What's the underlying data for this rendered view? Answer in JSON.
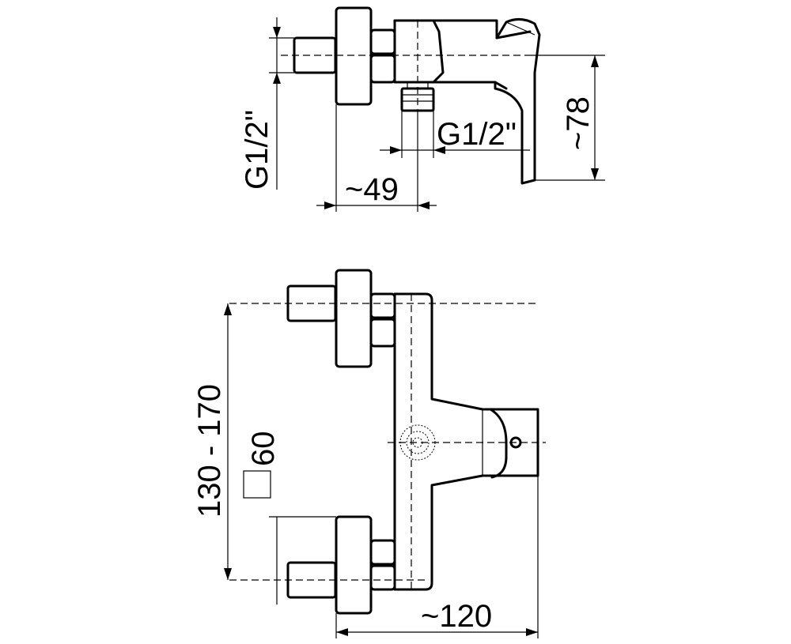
{
  "labels": {
    "side_thread_vertical": "G1/2\"",
    "side_thread_outlet": "G1/2\"",
    "side_depth": "~49",
    "side_height": "~78",
    "front_centers": "130 - 170",
    "front_square": "60",
    "front_width": "~120"
  }
}
